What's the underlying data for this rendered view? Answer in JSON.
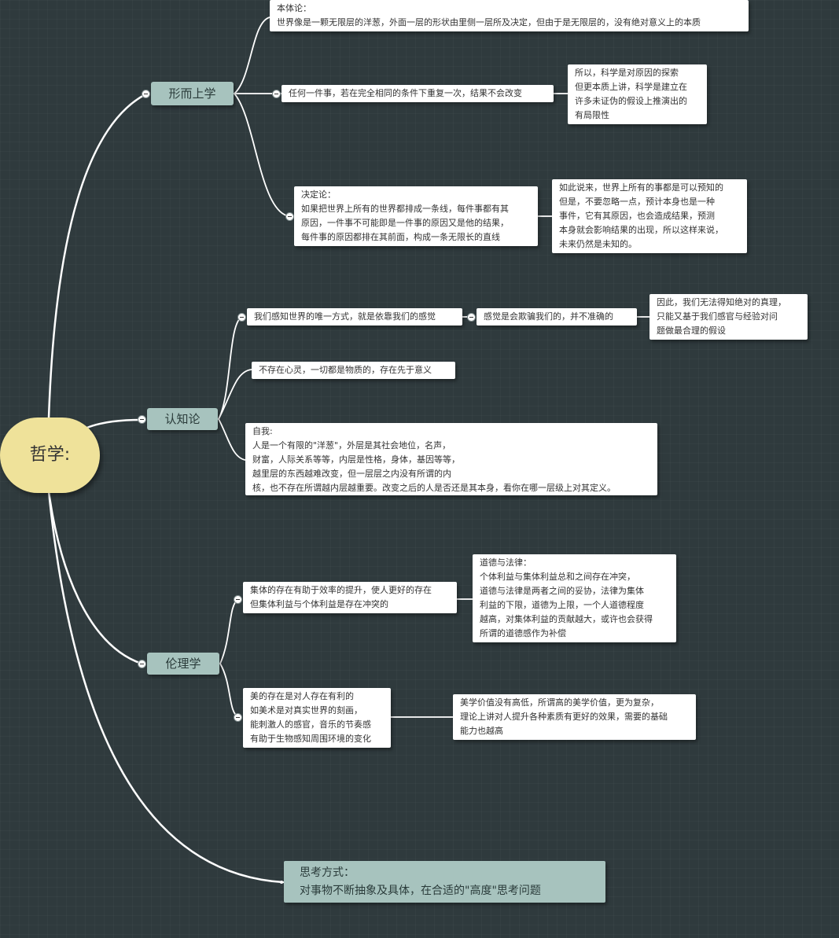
{
  "root": {
    "label": "哲学:"
  },
  "branches": {
    "metaphysics": {
      "label": "形而上学",
      "ontology": "本体论：\n世界像是一颗无限层的洋葱，外面一层的形状由里侧一层所及决定，但由于是无限层的，没有绝对意义上的本质",
      "repeat": "任何一件事，若在完全相同的条件下重复一次，结果不会改变",
      "repeat_note": "所以，科学是对原因的探索\n但更本质上讲，科学是建立在\n许多未证伪的假设上推演出的\n有局限性",
      "determinism": "决定论：\n如果把世界上所有的世界都排成一条线，每件事都有其\n原因，一件事不可能即是一件事的原因又是他的结果，\n每件事的原因都排在其前面，构成一条无限长的直线",
      "determinism_note": "如此说来，世界上所有的事都是可以预知的\n但是，不要忽略一点，预计本身也是一种\n事件，它有其原因，也会造成结果，预测\n本身就会影响结果的出现，所以这样来说，\n未来仍然是未知的。"
    },
    "epistemology": {
      "label": "认知论",
      "senses": "我们感知世界的唯一方式，就是依靠我们的感觉",
      "deceive": "感觉是会欺骗我们的，并不准确的",
      "deceive_note": "因此，我们无法得知绝对的真理，\n只能又基于我们感官与经验对问\n题做最合理的假设",
      "matter": "不存在心灵，一切都是物质的，存在先于意义",
      "self": "自我:\n人是一个有限的\"洋葱\"，外层是其社会地位，名声，\n财富，人际关系等等，内层是性格，身体，基因等等，\n越里层的东西越难改变，但一层层之内没有所谓的内\n核，也不存在所谓越内层越重要。改变之后的人是否还是其本身，看你在哪一层级上对其定义。"
    },
    "ethics": {
      "label": "伦理学",
      "collective": "集体的存在有助于效率的提升，使人更好的存在\n但集体利益与个体利益是存在冲突的",
      "collective_note": "道德与法律：\n个体利益与集体利益总和之间存在冲突，\n道德与法律是两者之间的妥协，法律为集体\n利益的下限，道德为上限，一个人道德程度\n越高，对集体利益的贡献越大，或许也会获得\n所谓的道德感作为补偿",
      "beauty": "美的存在是对人存在有利的\n如美术是对真实世界的刻画，\n能刺激人的感官，音乐的节奏感\n有助于生物感知周围环境的变化",
      "beauty_note": "美学价值没有高低，所谓高的美学价值，更为复杂，\n理论上讲对人提升各种素质有更好的效果，需要的基础\n能力也越高"
    },
    "thinking": {
      "label": "思考方式：\n对事物不断抽象及具体，在合适的\"高度\"思考问题"
    }
  },
  "colors": {
    "background": "#2f3a3d",
    "connector": "#ffffff",
    "branch_fill": "#a7c3be",
    "root_fill": "#efe29a",
    "note_fill": "#ffffff"
  }
}
